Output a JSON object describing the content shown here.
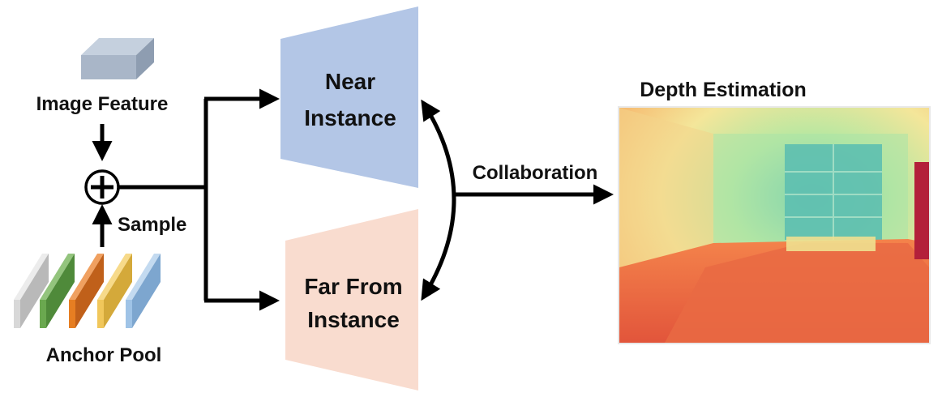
{
  "labels": {
    "image_feature": "Image Feature",
    "sample": "Sample",
    "anchor_pool": "Anchor Pool",
    "near_line1": "Near",
    "near_line2": "Instance",
    "far_line1": "Far From",
    "far_line2": "Instance",
    "collaboration": "Collaboration",
    "depth_estimation": "Depth Estimation"
  },
  "colors": {
    "feature_block": "#a9b6c8",
    "near_trapezoid": "#b3c6e6",
    "far_trapezoid": "#f9dccf",
    "anchors": [
      "#d8d8d8",
      "#6aa84f",
      "#e67e22",
      "#f1c75b",
      "#9fc3e6"
    ],
    "arrow": "#000000"
  },
  "icons": {
    "add_operator": "circled-plus-icon",
    "feature_block": "cuboid-icon"
  }
}
